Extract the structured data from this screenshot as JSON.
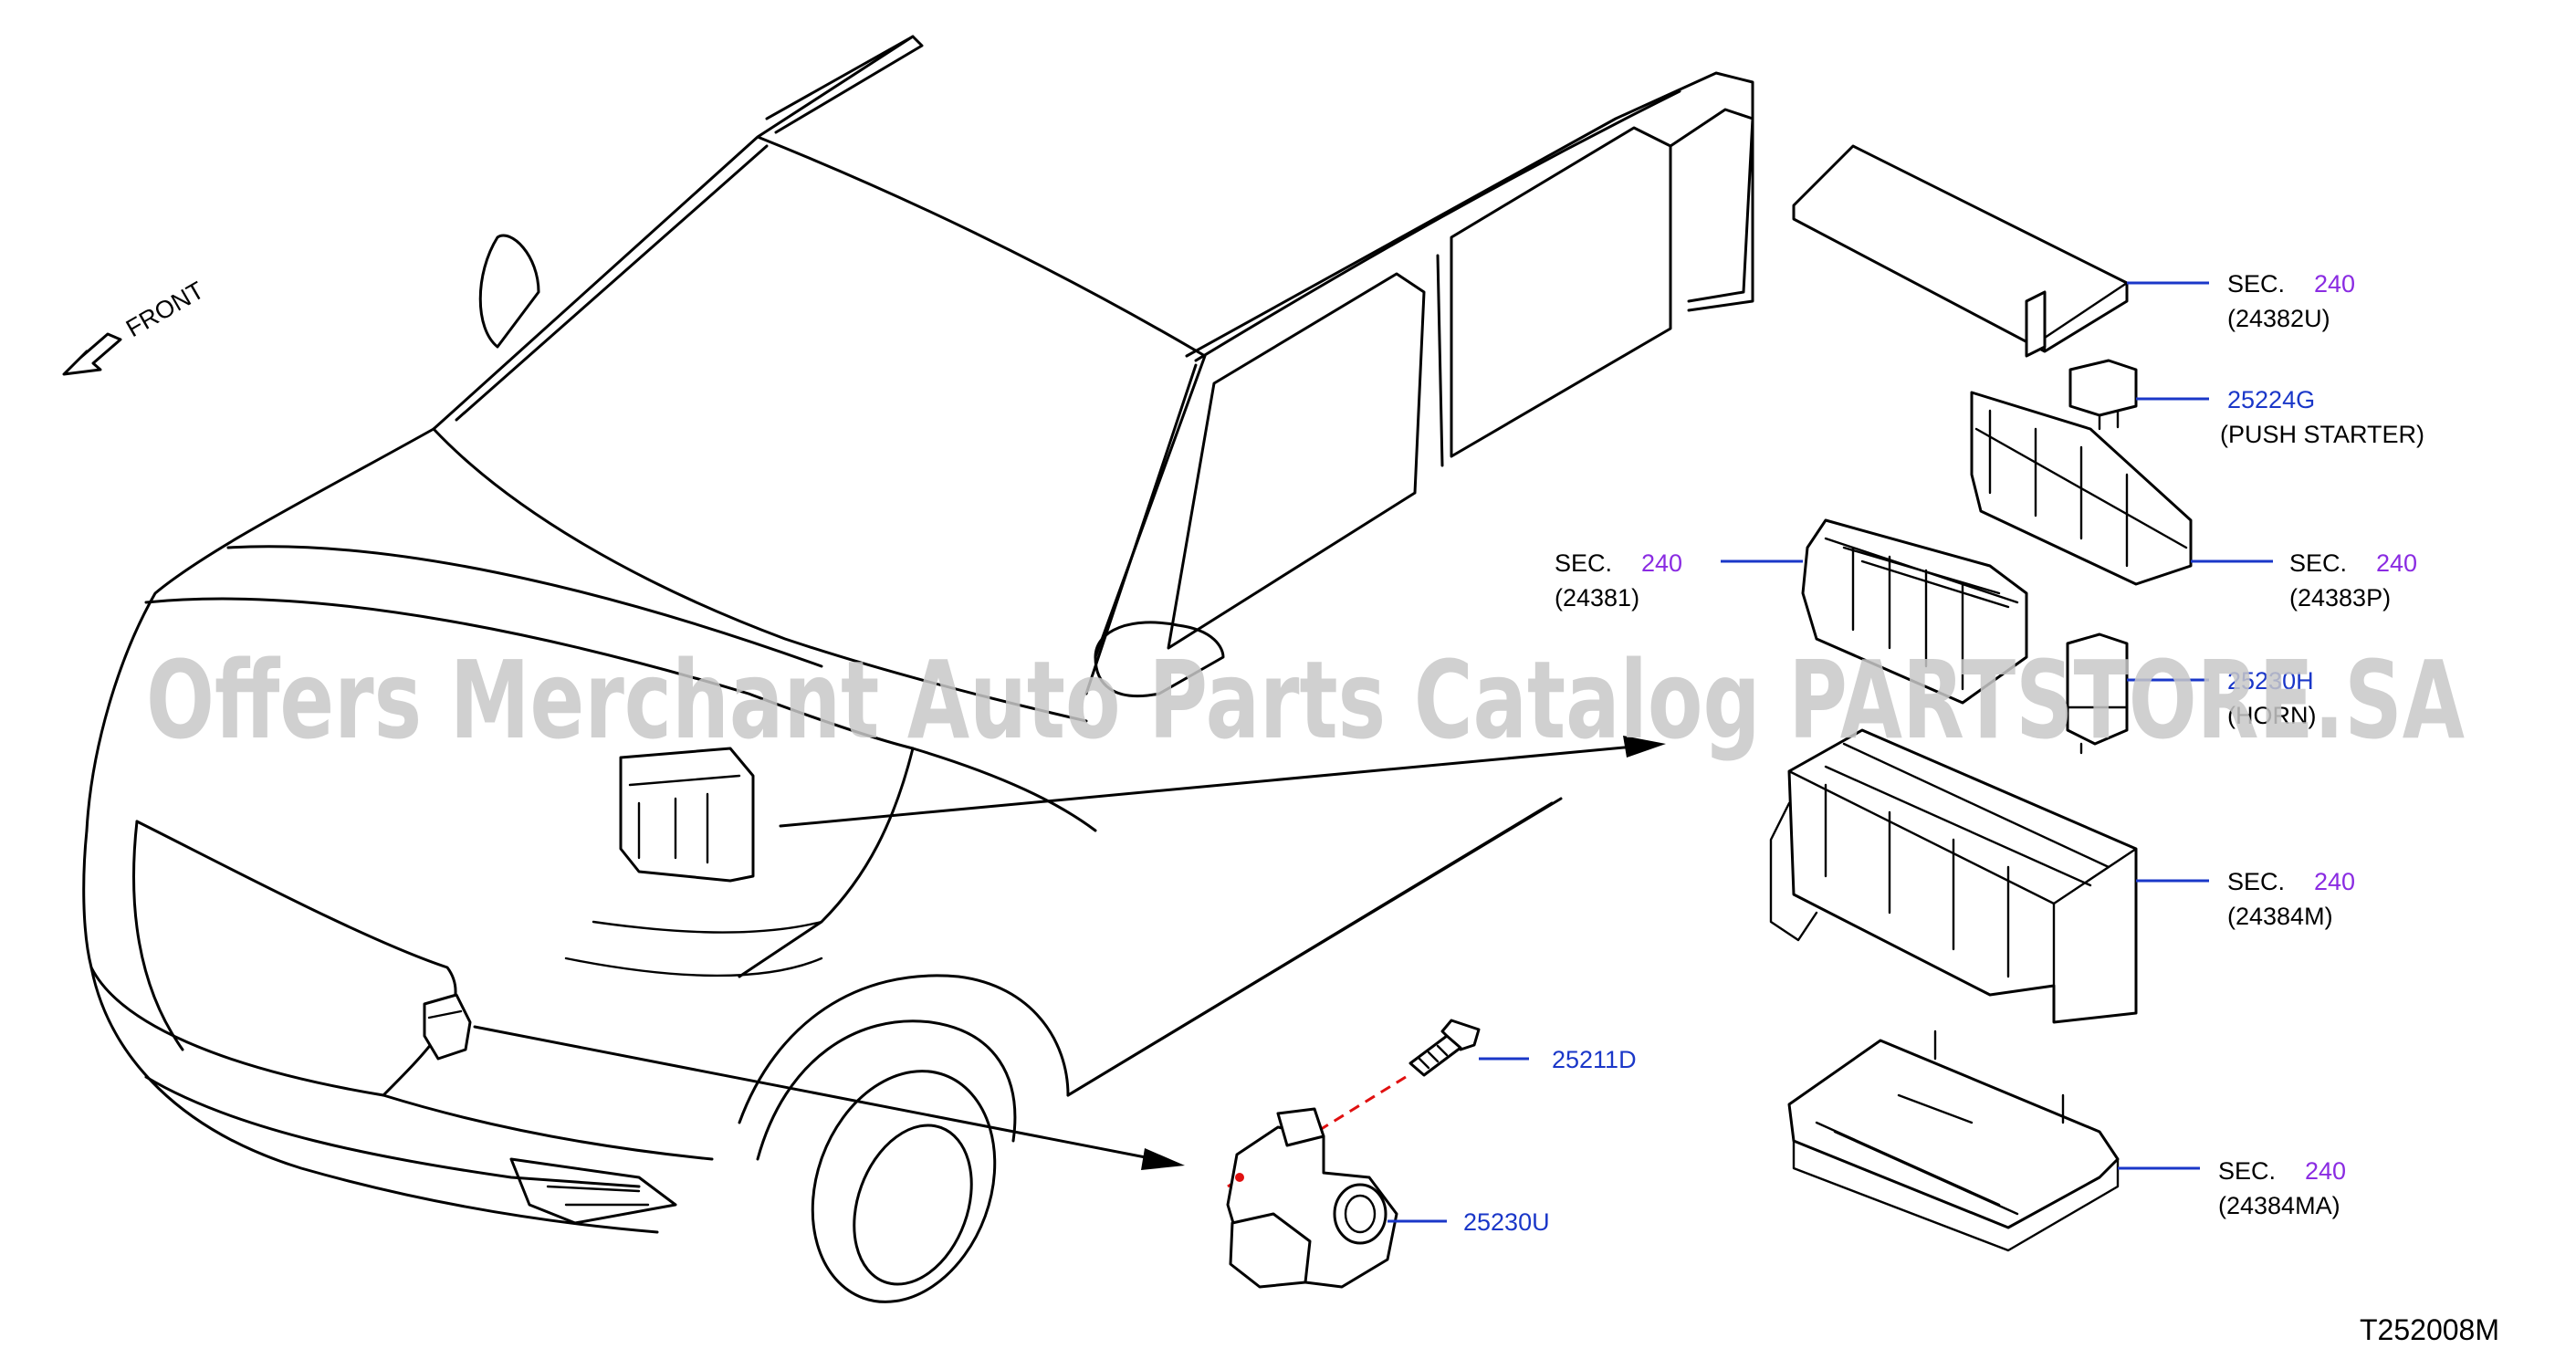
{
  "diagram": {
    "front_label": "FRONT",
    "watermark": "Offers Merchant Auto Parts Catalog PARTSTORE.SA",
    "drawing_number": "T252008M",
    "callouts": [
      {
        "id": "sec-24382u",
        "sec_prefix": "SEC.",
        "sec_number": "240",
        "code": "(24382U)"
      },
      {
        "id": "relay-25224g",
        "part_number": "25224G",
        "desc": "(PUSH   STARTER)"
      },
      {
        "id": "sec-24383p",
        "sec_prefix": "SEC.",
        "sec_number": "240",
        "code": "(24383P)"
      },
      {
        "id": "sec-24381",
        "sec_prefix": "SEC.",
        "sec_number": "240",
        "code": "(24381)"
      },
      {
        "id": "relay-25230h",
        "part_number": "25230H",
        "desc": "(HORN)"
      },
      {
        "id": "sec-24384m",
        "sec_prefix": "SEC.",
        "sec_number": "240",
        "code": "(24384M)"
      },
      {
        "id": "bolt-25211d",
        "part_number": "25211D"
      },
      {
        "id": "relay-25230u",
        "part_number": "25230U"
      },
      {
        "id": "sec-24384ma",
        "sec_prefix": "SEC.",
        "sec_number": "240",
        "code": "(24384MA)"
      }
    ]
  },
  "colors": {
    "part_number": "#1a37c8",
    "section_number": "#8a2be2",
    "watermark": "#c8c8c8"
  }
}
